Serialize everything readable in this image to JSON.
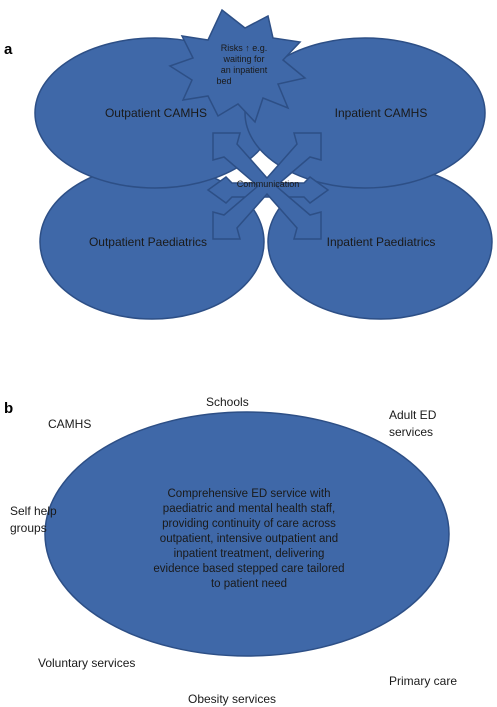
{
  "panel_a": {
    "letter": "a",
    "nodes": {
      "outpatient_camhs": "Outpatient CAMHS",
      "inpatient_camhs": "Inpatient CAMHS",
      "outpatient_paediatrics": "Outpatient Paediatrics",
      "inpatient_paediatrics": "Inpatient Paediatrics"
    },
    "risk_burst": [
      "Risks ↑ e.g.",
      "waiting for",
      "an inpatient",
      "bed"
    ],
    "communication": "Communication",
    "colors": {
      "fill": "#3f68a8",
      "stroke": "#2d4f86"
    }
  },
  "panel_b": {
    "letter": "b",
    "center": [
      "Comprehensive ED service with",
      "paediatric and mental health staff,",
      "providing continuity of care across",
      "outpatient, intensive outpatient and",
      "inpatient treatment, delivering",
      "evidence based stepped care tailored",
      "to patient need"
    ],
    "surrounding": {
      "schools": "Schools",
      "camhs": "CAMHS",
      "adult_ed": [
        "Adult ED",
        "services"
      ],
      "self_help": [
        "Self help",
        "groups"
      ],
      "voluntary": "Voluntary services",
      "primary_care": "Primary care",
      "obesity": "Obesity services"
    }
  }
}
